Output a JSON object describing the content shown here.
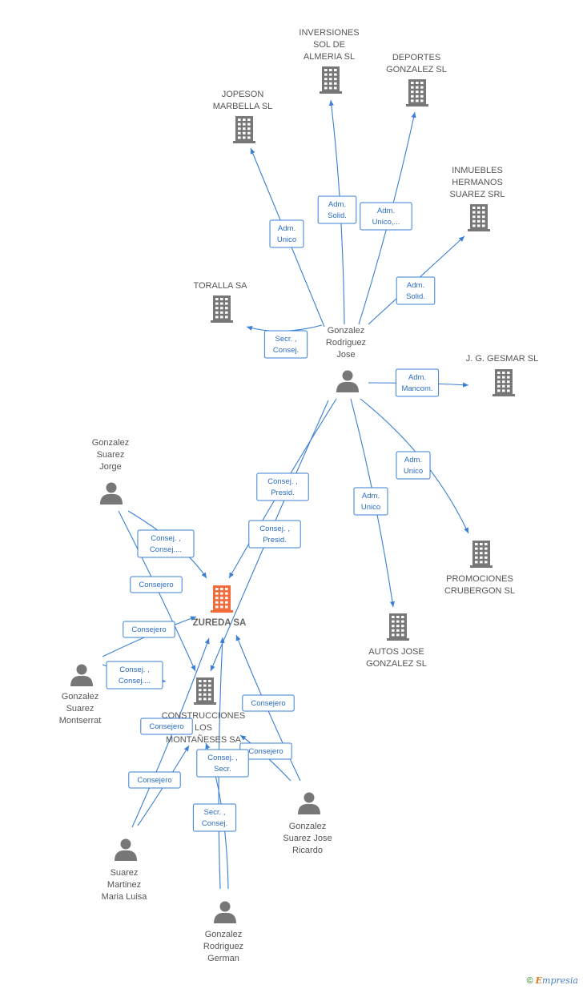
{
  "colors": {
    "edge": "#3a7fd5",
    "company_icon": "#777777",
    "focus_icon": "#f26b3a",
    "person_icon": "#777777",
    "label": "#555555"
  },
  "focus": "zureda",
  "nodes": [
    {
      "id": "inversiones",
      "kind": "company",
      "lines": [
        "INVERSIONES",
        "SOL DE",
        "ALMERIA SL"
      ]
    },
    {
      "id": "deportes",
      "kind": "company",
      "lines": [
        "DEPORTES",
        "GONZALEZ SL"
      ]
    },
    {
      "id": "jopeson",
      "kind": "company",
      "lines": [
        "JOPESON",
        "MARBELLA  SL"
      ]
    },
    {
      "id": "inmuebles",
      "kind": "company",
      "lines": [
        "INMUEBLES",
        "HERMANOS",
        "SUAREZ SRL"
      ]
    },
    {
      "id": "toralla",
      "kind": "company",
      "lines": [
        "TORALLA SA"
      ]
    },
    {
      "id": "jgesmar",
      "kind": "company",
      "lines": [
        "J. G. GESMAR SL"
      ]
    },
    {
      "id": "gonzalez_rodriguez_jose",
      "kind": "person",
      "lines": [
        "Gonzalez",
        "Rodriguez",
        "Jose"
      ]
    },
    {
      "id": "gonzalez_suarez_jorge",
      "kind": "person",
      "lines": [
        "Gonzalez",
        "Suarez",
        "Jorge"
      ]
    },
    {
      "id": "zureda",
      "kind": "focus",
      "lines": [
        "ZUREDA SA"
      ]
    },
    {
      "id": "promociones",
      "kind": "company",
      "lines": [
        "PROMOCIONES",
        "CRUBERGON SL"
      ]
    },
    {
      "id": "autos",
      "kind": "company",
      "lines": [
        "AUTOS JOSE",
        "GONZALEZ SL"
      ]
    },
    {
      "id": "gonzalez_suarez_montserrat",
      "kind": "person",
      "lines": [
        "Gonzalez",
        "Suarez",
        "Montserrat"
      ]
    },
    {
      "id": "construcciones",
      "kind": "company",
      "lines": [
        "CONSTRUCCIONES",
        "LOS",
        "MONTAÑESES SA"
      ]
    },
    {
      "id": "gonzalez_suarez_jose_ricardo",
      "kind": "person",
      "lines": [
        "Gonzalez",
        "Suarez Jose",
        "Ricardo"
      ]
    },
    {
      "id": "suarez_martinez",
      "kind": "person",
      "lines": [
        "Suarez",
        "Martinez",
        "Maria Luisa"
      ]
    },
    {
      "id": "gonzalez_rodriguez_german",
      "kind": "person",
      "lines": [
        "Gonzalez",
        "Rodriguez",
        "German"
      ]
    }
  ],
  "edges": [
    {
      "from": "gonzalez_rodriguez_jose",
      "to": "jopeson",
      "role": [
        "Adm.",
        "Unico"
      ]
    },
    {
      "from": "gonzalez_rodriguez_jose",
      "to": "inversiones",
      "role": [
        "Adm.",
        "Solid."
      ]
    },
    {
      "from": "gonzalez_rodriguez_jose",
      "to": "deportes",
      "role": [
        "Adm.",
        "Unico,..."
      ]
    },
    {
      "from": "gonzalez_rodriguez_jose",
      "to": "inmuebles",
      "role": [
        "Adm.",
        "Solid."
      ]
    },
    {
      "from": "gonzalez_rodriguez_jose",
      "to": "toralla",
      "role": [
        "Secr. ,",
        "Consej."
      ]
    },
    {
      "from": "gonzalez_rodriguez_jose",
      "to": "jgesmar",
      "role": [
        "Adm.",
        "Mancom."
      ]
    },
    {
      "from": "gonzalez_rodriguez_jose",
      "to": "promociones",
      "role": [
        "Adm.",
        "Unico"
      ]
    },
    {
      "from": "gonzalez_rodriguez_jose",
      "to": "autos",
      "role": [
        "Adm.",
        "Unico"
      ]
    },
    {
      "from": "gonzalez_rodriguez_jose",
      "to": "zureda",
      "role": [
        "Consej. ,",
        "Presid."
      ]
    },
    {
      "from": "gonzalez_rodriguez_jose",
      "to": "construcciones",
      "role": [
        "Consej. ,",
        "Presid."
      ]
    },
    {
      "from": "gonzalez_suarez_jorge",
      "to": "zureda",
      "role": [
        "Consej. ,",
        "Consej...."
      ]
    },
    {
      "from": "gonzalez_suarez_jorge",
      "to": "construcciones",
      "role": [
        "Consejero"
      ]
    },
    {
      "from": "gonzalez_suarez_montserrat",
      "to": "zureda",
      "role": [
        "Consejero"
      ]
    },
    {
      "from": "gonzalez_suarez_montserrat",
      "to": "construcciones",
      "role": [
        "Consej. ,",
        "Consej...."
      ]
    },
    {
      "from": "gonzalez_suarez_jose_ricardo",
      "to": "zureda",
      "role": [
        "Consejero"
      ]
    },
    {
      "from": "gonzalez_suarez_jose_ricardo",
      "to": "construcciones",
      "role": [
        "Consejero"
      ]
    },
    {
      "from": "suarez_martinez",
      "to": "zureda",
      "role": [
        "Consejero"
      ]
    },
    {
      "from": "suarez_martinez",
      "to": "construcciones",
      "role": [
        "Consejero"
      ]
    },
    {
      "from": "gonzalez_rodriguez_german",
      "to": "zureda",
      "role": [
        "Consej. ,",
        "Secr."
      ]
    },
    {
      "from": "gonzalez_rodriguez_german",
      "to": "construcciones",
      "role": [
        "Secr. ,",
        "Consej."
      ]
    }
  ],
  "brand": {
    "copyright": "©",
    "e": "E",
    "rest": "mpresia"
  }
}
